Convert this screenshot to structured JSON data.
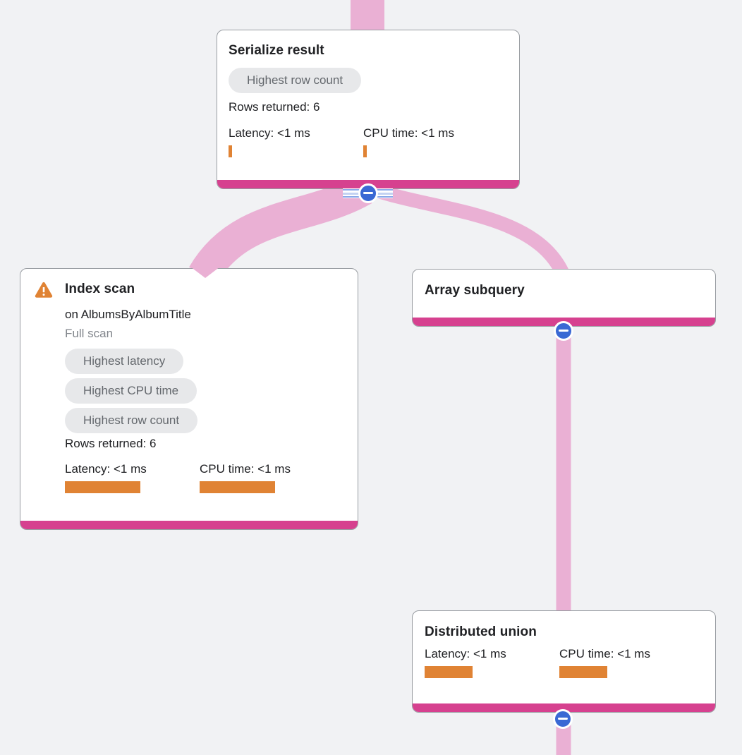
{
  "app": {
    "name": "Query execution plan graph"
  },
  "colors": {
    "canvas_background": "#f1f2f4",
    "edge_pink": "#eab0d4",
    "node_accent_bar_pink": "#d6418f",
    "metric_bar_orange": "#e08334",
    "warning_icon_orange": "#e08334",
    "collapse_button_blue": "#3a69d4",
    "badge_background": "#e7e8ea",
    "badge_text": "#64686d",
    "node_border": "#999da2"
  },
  "nodes": {
    "serialize_result": {
      "title": "Serialize result",
      "badges": [
        "Highest row count"
      ],
      "rows_returned": "Rows returned: 6",
      "latency_label": "Latency: <1 ms",
      "cpu_time_label": "CPU time: <1 ms"
    },
    "index_scan": {
      "title": "Index scan",
      "subtitle": "on AlbumsByAlbumTitle",
      "scan_type": "Full scan",
      "badges": [
        "Highest latency",
        "Highest CPU time",
        "Highest row count"
      ],
      "rows_returned": "Rows returned: 6",
      "latency_label": "Latency: <1 ms",
      "cpu_time_label": "CPU time: <1 ms"
    },
    "array_subquery": {
      "title": "Array subquery"
    },
    "distributed_union": {
      "title": "Distributed union",
      "latency_label": "Latency: <1 ms",
      "cpu_time_label": "CPU time: <1 ms"
    }
  }
}
